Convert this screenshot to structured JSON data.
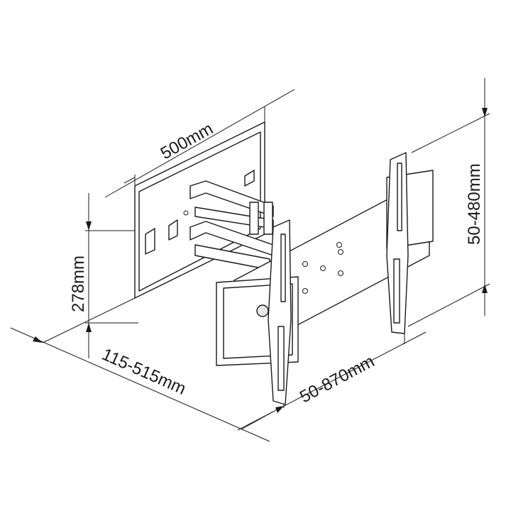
{
  "title": "Full motion TV wall mount dimensions",
  "dimensions": {
    "wall_plate_width": "500mm",
    "wall_plate_height": "278mm",
    "extension": "115-515mm",
    "lateral_shift": "50-870mm",
    "vertical_adjust": "50-480mm"
  }
}
